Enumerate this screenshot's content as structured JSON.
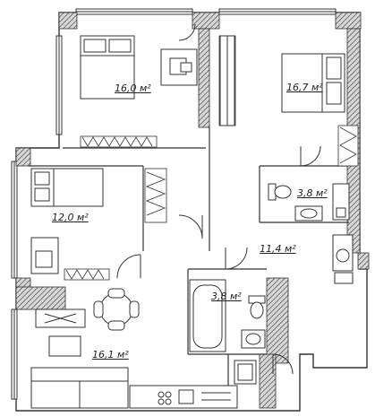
{
  "plan": {
    "rooms": [
      {
        "id": "bedroom-1",
        "area": "16,0 м²"
      },
      {
        "id": "bedroom-2",
        "area": "16,7 м²"
      },
      {
        "id": "bathroom-1",
        "area": "3,8 м²"
      },
      {
        "id": "bedroom-3",
        "area": "12,0 м²"
      },
      {
        "id": "hallway",
        "area": "11,4 м²"
      },
      {
        "id": "bathroom-2",
        "area": "3,8 м²"
      },
      {
        "id": "kitchen-living",
        "area": "16,1 м²"
      }
    ],
    "colors": {
      "wall": "#3c3c3c",
      "hatch": "#9a9a9a",
      "line": "#333333",
      "background": "#ffffff"
    },
    "icons": [
      "bed-icon",
      "desk-chair-icon",
      "radiator-icon",
      "toilet-icon",
      "sink-icon",
      "bathtub-icon",
      "washing-machine-icon",
      "stove-icon",
      "sofa-icon",
      "dining-table-icon",
      "wardrobe-icon",
      "tv-icon"
    ]
  }
}
